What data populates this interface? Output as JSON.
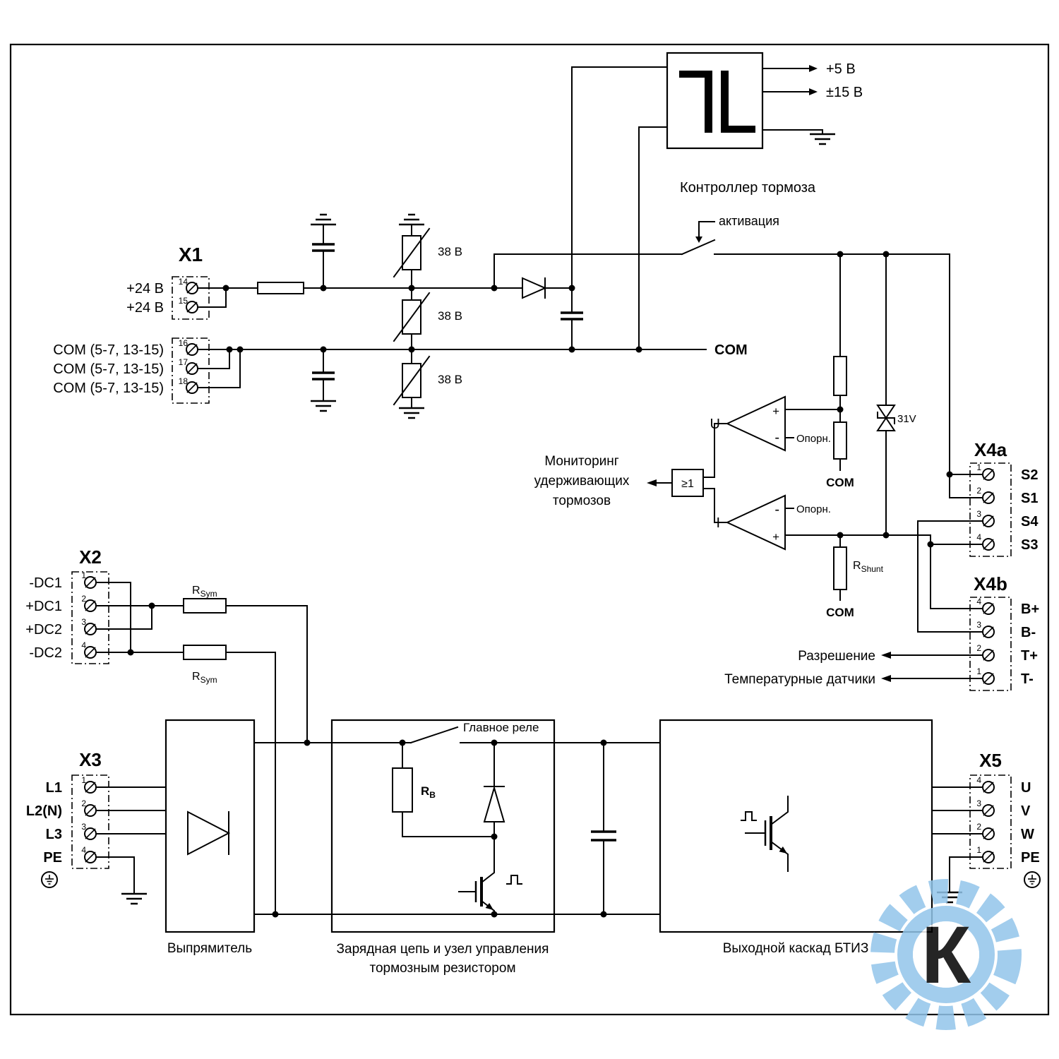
{
  "power": {
    "out_5v": "+5 В",
    "out_15v": "±15 В"
  },
  "controller": {
    "title": "Контроллер тормоза",
    "activation": "активация",
    "com": "COM",
    "u_label": "U",
    "i_label": "I",
    "plus": "+",
    "minus": "-",
    "ref": "Опорн.",
    "or_label": "≥1",
    "monitor_1": "Мониторинг",
    "monitor_2": "удерживающих",
    "monitor_3": "тормозов",
    "zener_label": "31V",
    "r_shunt": {
      "base": "R",
      "sub": "Shunt"
    }
  },
  "x1": {
    "title": "X1",
    "pins": [
      {
        "n": "14",
        "label": "+24 В"
      },
      {
        "n": "15",
        "label": "+24 В"
      },
      {
        "n": "16",
        "label": "COM (5-7, 13-15)"
      },
      {
        "n": "17",
        "label": "COM (5-7, 13-15)"
      },
      {
        "n": "18",
        "label": "COM (5-7, 13-15)"
      }
    ],
    "varistors": [
      "38 В",
      "38 В",
      "38 В"
    ]
  },
  "x2": {
    "title": "X2",
    "pins": [
      {
        "n": "1",
        "label": "-DC1"
      },
      {
        "n": "2",
        "label": "+DC1"
      },
      {
        "n": "3",
        "label": "+DC2"
      },
      {
        "n": "4",
        "label": "-DC2"
      }
    ],
    "r_sym": {
      "base": "R",
      "sub": "Sym"
    }
  },
  "x3": {
    "title": "X3",
    "pins": [
      {
        "n": "1",
        "label": "L1"
      },
      {
        "n": "2",
        "label": "L2(N)"
      },
      {
        "n": "3",
        "label": "L3"
      },
      {
        "n": "4",
        "label": "PE"
      }
    ]
  },
  "x4a": {
    "title": "X4a",
    "pins": [
      {
        "n": "1",
        "label": "S2"
      },
      {
        "n": "2",
        "label": "S1"
      },
      {
        "n": "3",
        "label": "S4"
      },
      {
        "n": "4",
        "label": "S3"
      }
    ]
  },
  "x4b": {
    "title": "X4b",
    "pins": [
      {
        "n": "4",
        "label": "B+"
      },
      {
        "n": "3",
        "label": "B-"
      },
      {
        "n": "2",
        "label": "T+"
      },
      {
        "n": "1",
        "label": "T-"
      }
    ],
    "enable_label": "Разрешение",
    "temp_label": "Температурные датчики"
  },
  "x5": {
    "title": "X5",
    "pins": [
      {
        "n": "4",
        "label": "U"
      },
      {
        "n": "3",
        "label": "V"
      },
      {
        "n": "2",
        "label": "W"
      },
      {
        "n": "1",
        "label": "PE"
      }
    ]
  },
  "blocks": {
    "rectifier": "Выпрямитель",
    "main_relay": "Главное реле",
    "r_b": {
      "base": "R",
      "sub": "B"
    },
    "charging_1": "Зарядная цепь и узел управления",
    "charging_2": "тормозным резистором",
    "output_stage": "Выходной каскад БТИЗ"
  },
  "watermark": {
    "letter": "К",
    "color": "#92c5ea"
  }
}
